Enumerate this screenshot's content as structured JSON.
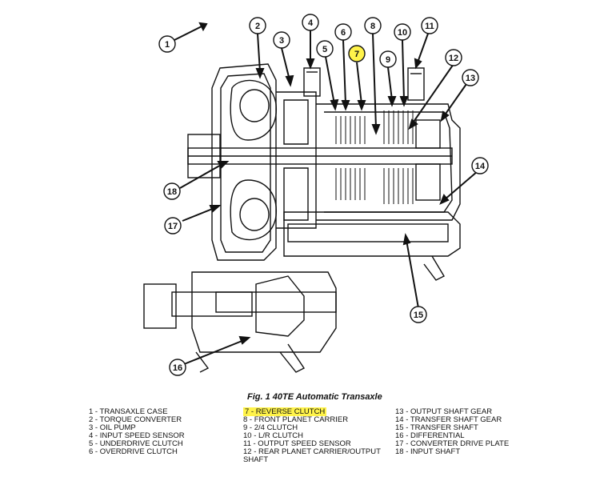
{
  "caption": "Fig. 1 40TE Automatic Transaxle",
  "highlight_color": "#fff34a",
  "callouts": [
    "1",
    "2",
    "3",
    "4",
    "5",
    "6",
    "7",
    "8",
    "9",
    "10",
    "11",
    "12",
    "13",
    "14",
    "15",
    "16",
    "17",
    "18"
  ],
  "highlighted_callout": "7",
  "legend": {
    "col1": [
      "1 - TRANSAXLE CASE",
      "2 - TORQUE CONVERTER",
      "3 - OIL PUMP",
      "4 - INPUT SPEED SENSOR",
      "5 - UNDERDRIVE CLUTCH",
      "6 - OVERDRIVE CLUTCH"
    ],
    "col2": [
      "7 - REVERSE CLUTCH",
      "8 - FRONT PLANET CARRIER",
      "9 - 2/4 CLUTCH",
      "10 - L/R CLUTCH",
      "11 - OUTPUT SPEED SENSOR",
      "12 - REAR PLANET CARRIER/OUTPUT SHAFT"
    ],
    "col3": [
      "13 - OUTPUT SHAFT GEAR",
      "14 - TRANSFER SHAFT GEAR",
      "15 - TRANSFER SHAFT",
      "16 - DIFFERENTIAL",
      "17 - CONVERTER DRIVE PLATE",
      "18 - INPUT SHAFT"
    ]
  }
}
